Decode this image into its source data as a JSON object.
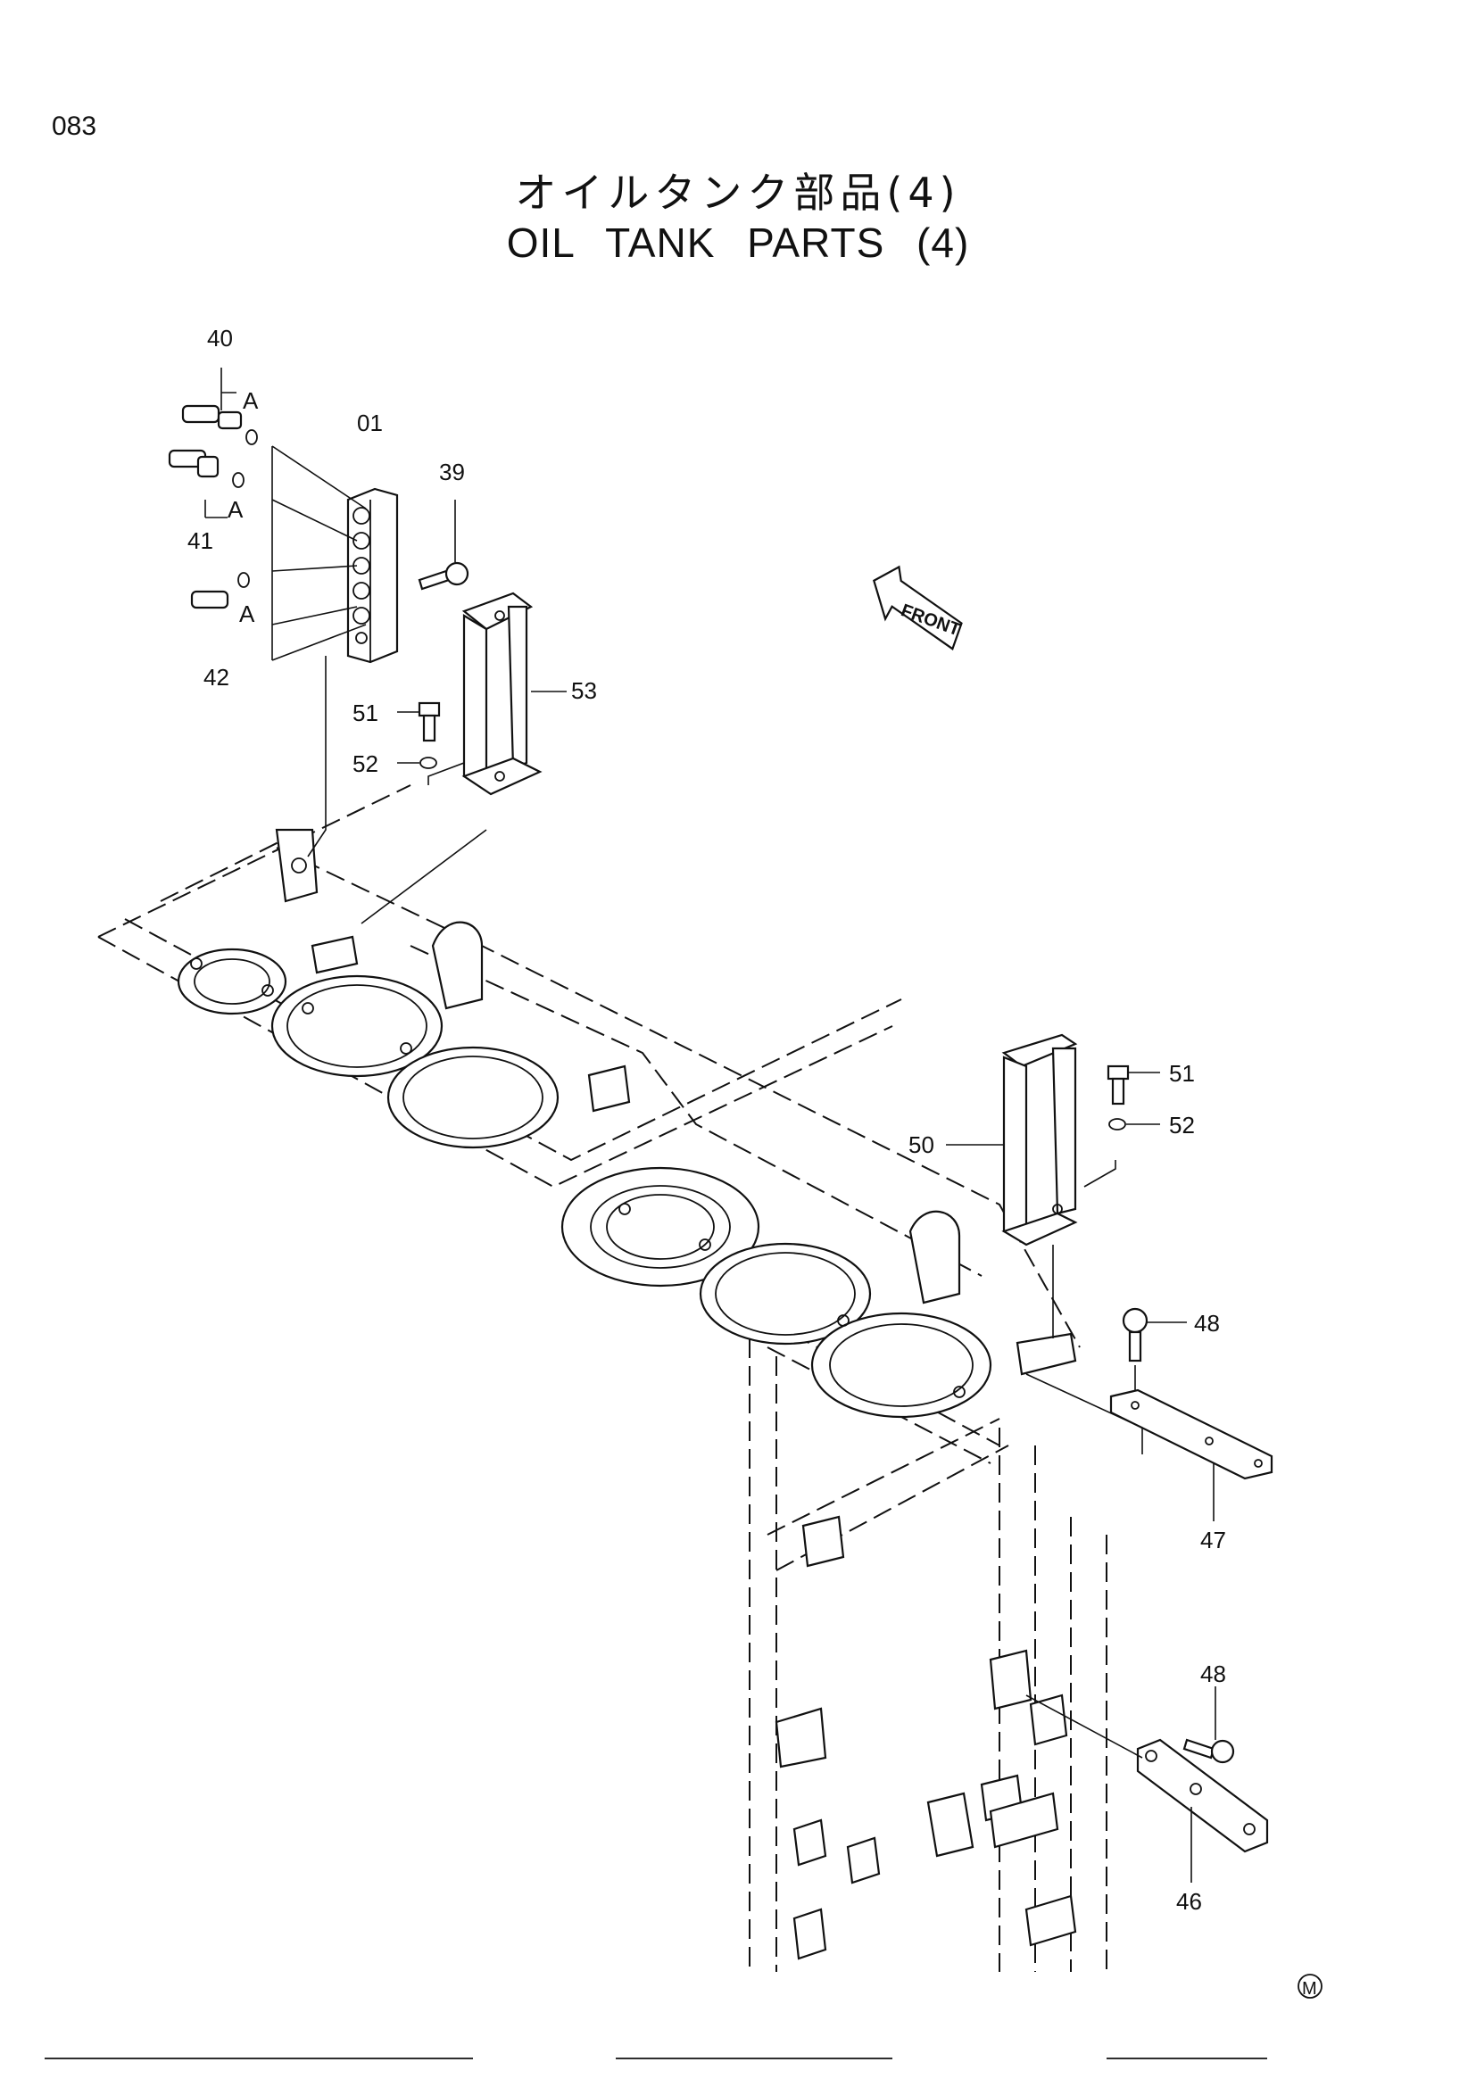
{
  "page_number": "083",
  "title_jp": "オイルタンク部品(4)",
  "title_en": "OIL TANK PARTS (4)",
  "front_label": "FRONT",
  "detail_ref": "A",
  "mark": "M",
  "callouts": {
    "c01": "01",
    "c39": "39",
    "c40": "40",
    "c41": "41",
    "c42": "42",
    "c46": "46",
    "c47": "47",
    "c48a": "48",
    "c48b": "48",
    "c50": "50",
    "c51a": "51",
    "c51b": "51",
    "c52a": "52",
    "c52b": "52",
    "c53": "53"
  }
}
